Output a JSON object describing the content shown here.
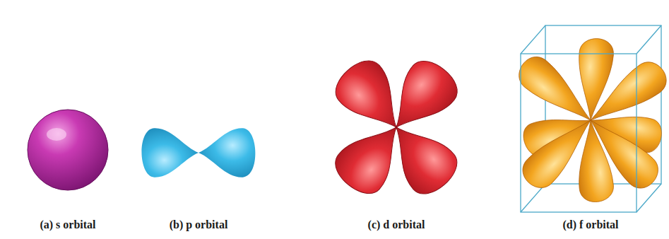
{
  "diagram": {
    "labels": [
      "(a) s orbital",
      "(b) p orbital",
      "(c) d orbital",
      "(d) f orbital"
    ]
  }
}
